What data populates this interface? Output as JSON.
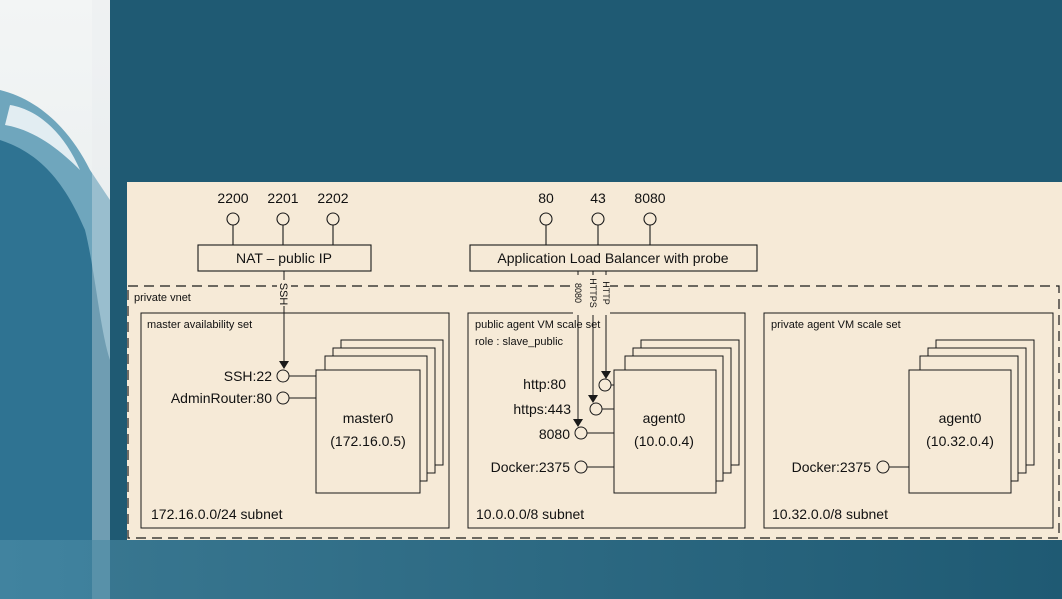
{
  "colors": {
    "slide_background": "#1f5a73",
    "panel_background": "#f6ead7",
    "line": "#1a1a1a",
    "wave_light": "#cfe1e9",
    "wave_dark": "#2b6f8c"
  },
  "nat": {
    "ports": [
      "2200",
      "2201",
      "2202"
    ],
    "label": "NAT – public IP",
    "link_label": "SSH"
  },
  "load_balancer": {
    "ports": [
      "80",
      "43",
      "8080"
    ],
    "label": "Application Load Balancer with probe",
    "link_labels": [
      "8080",
      "HTTPS",
      "HTTP"
    ]
  },
  "vnet": {
    "label": "private vnet"
  },
  "master_set": {
    "title": "master availability set",
    "ports": [
      "SSH:22",
      "AdminRouter:80"
    ],
    "vm_name": "master0",
    "vm_ip": "(172.16.0.5)",
    "subnet": "172.16.0.0/24 subnet"
  },
  "public_agent_set": {
    "title": "public agent VM scale set",
    "role": "role : slave_public",
    "ports": [
      "http:80",
      "https:443",
      "8080",
      "Docker:2375"
    ],
    "vm_name": "agent0",
    "vm_ip": "(10.0.0.4)",
    "subnet": "10.0.0.0/8 subnet"
  },
  "private_agent_set": {
    "title": "private agent VM scale set",
    "ports": [
      "Docker:2375"
    ],
    "vm_name": "agent0",
    "vm_ip": "(10.32.0.4)",
    "subnet": "10.32.0.0/8 subnet"
  }
}
